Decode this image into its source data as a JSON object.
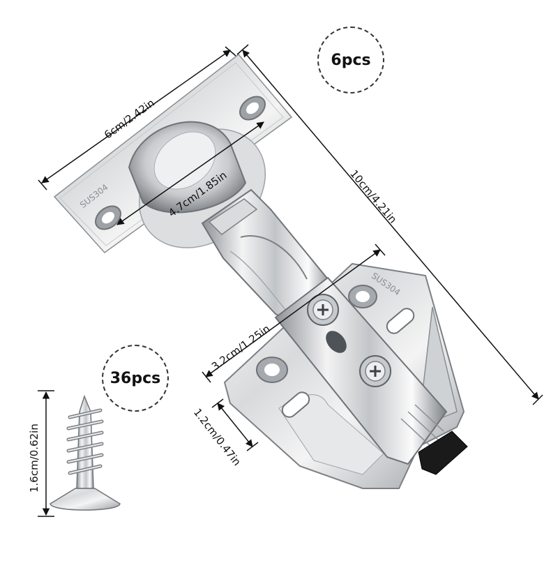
{
  "badges": {
    "hinges": "6pcs",
    "screws": "36pcs"
  },
  "dimensions": {
    "plate_width": "6cm/2.42in",
    "hole_spacing": "4.7cm/1.85in",
    "overall_length": "10cm/4.21in",
    "base_width": "3.2cm/1.25in",
    "base_offset": "1.2cm/0.47in",
    "screw_length": "1.6cm/0.62in"
  },
  "stamps": {
    "plate_mark": "SUS304",
    "base_mark": "SUS304"
  },
  "colors": {
    "steel_light": "#f2f2f2",
    "steel_mid": "#b9bcc0",
    "steel_dark": "#6e7378",
    "clip": "#1a1a1a",
    "line": "#111111"
  }
}
